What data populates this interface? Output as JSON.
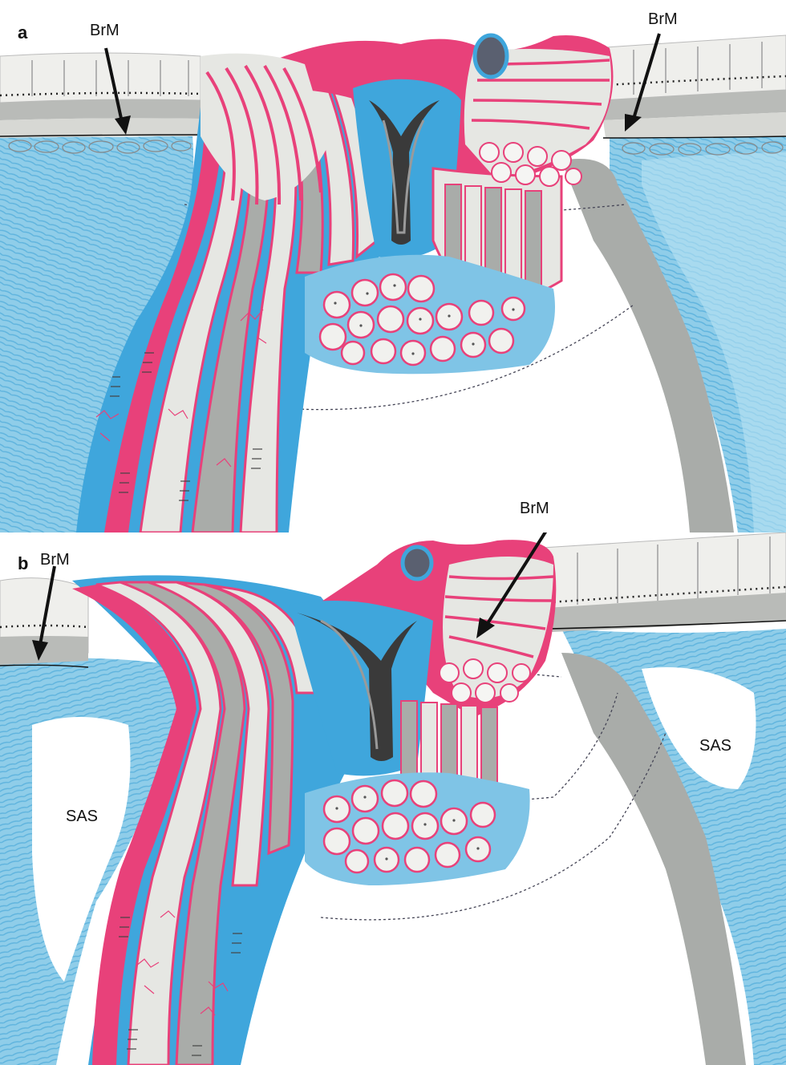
{
  "panels": [
    {
      "letter": "a",
      "labels": {
        "brm_left": "BrM",
        "brm_right": "BrM"
      }
    },
    {
      "letter": "b",
      "labels": {
        "brm_left": "BrM",
        "brm_right": "BrM",
        "sas_left": "SAS",
        "sas_right": "SAS"
      }
    }
  ],
  "colors": {
    "collagen_pink": "#e8417a",
    "pia_blue": "#3fa6dc",
    "light_blue": "#9dd3ee",
    "tissue_gray": "#a9aca9",
    "pale_gray": "#e6e7e3",
    "vessel_dark": "#3a3a3a"
  }
}
